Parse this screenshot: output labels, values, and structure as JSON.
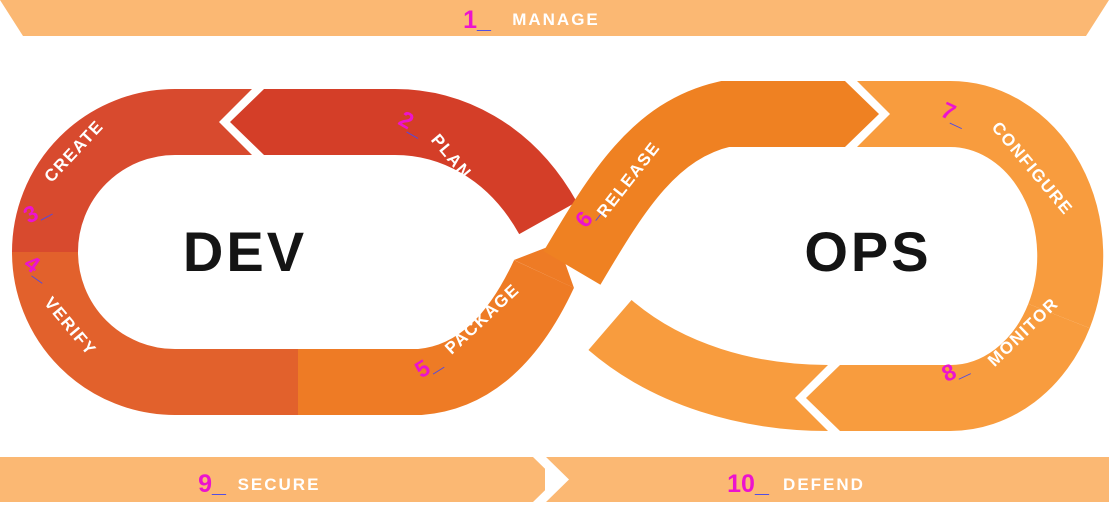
{
  "colors": {
    "background": "#FFFFFF",
    "banner": "#FBB873",
    "plan": "#D43E28",
    "create": "#D84A2E",
    "verify": "#E2612C",
    "package": "#EE7B25",
    "release": "#EF8122",
    "configure": "#F89C3E",
    "monitor": "#F89C3E",
    "number": "#EC13CE",
    "underscore": "#4B4AE8",
    "stage_text": "#FFFFFF",
    "loop_text": "#141414"
  },
  "banners": {
    "manage": {
      "number": "1",
      "underscore": "_",
      "label": "MANAGE"
    },
    "secure": {
      "number": "9",
      "underscore": "_",
      "label": "SECURE"
    },
    "defend": {
      "number": "10",
      "underscore": "_",
      "label": "DEFEND"
    }
  },
  "loops": {
    "dev": "DEV",
    "ops": "OPS"
  },
  "stages": {
    "plan": {
      "number": "2",
      "underscore": "_",
      "label": "PLAN"
    },
    "create": {
      "number": "3",
      "underscore": "_",
      "label": "CREATE"
    },
    "verify": {
      "number": "4",
      "underscore": "_",
      "label": "VERIFY"
    },
    "package": {
      "number": "5",
      "underscore": "_",
      "label": "PACKAGE"
    },
    "release": {
      "number": "6",
      "underscore": "_",
      "label": "RELEASE"
    },
    "configure": {
      "number": "7",
      "underscore": "_",
      "label": "CONFIGURE"
    },
    "monitor": {
      "number": "8",
      "underscore": "_",
      "label": "MONITOR"
    }
  }
}
